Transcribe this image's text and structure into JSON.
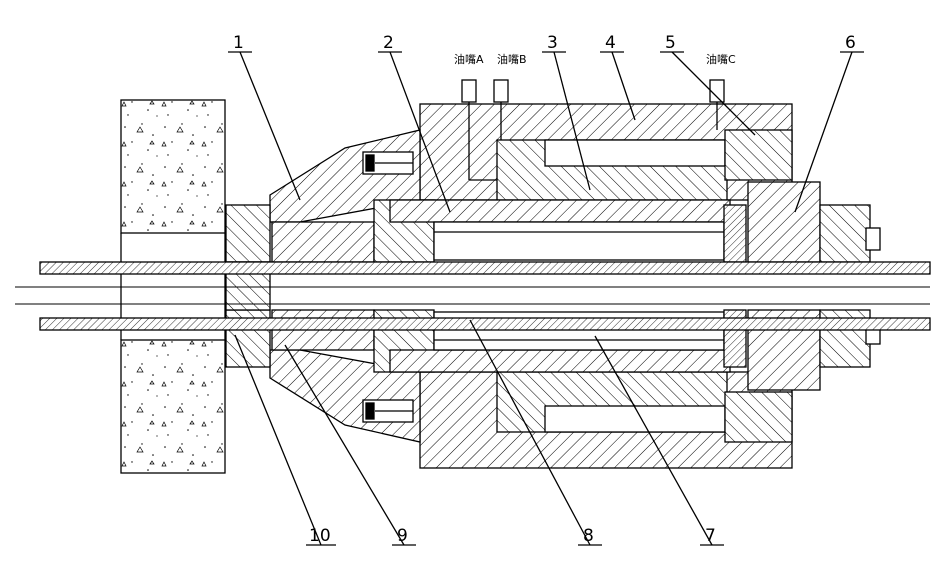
{
  "callouts": [
    {
      "id": "1",
      "label": "1"
    },
    {
      "id": "2",
      "label": "2"
    },
    {
      "id": "3",
      "label": "3"
    },
    {
      "id": "4",
      "label": "4"
    },
    {
      "id": "5",
      "label": "5"
    },
    {
      "id": "6",
      "label": "6"
    },
    {
      "id": "7",
      "label": "7"
    },
    {
      "id": "8",
      "label": "8"
    },
    {
      "id": "9",
      "label": "9"
    },
    {
      "id": "10",
      "label": "10"
    }
  ],
  "nozzles": [
    {
      "id": "A",
      "label": "油嘴A"
    },
    {
      "id": "B",
      "label": "油嘴B"
    },
    {
      "id": "C",
      "label": "油嘴C"
    }
  ],
  "colors": {
    "line": "#000000",
    "background": "#ffffff"
  }
}
